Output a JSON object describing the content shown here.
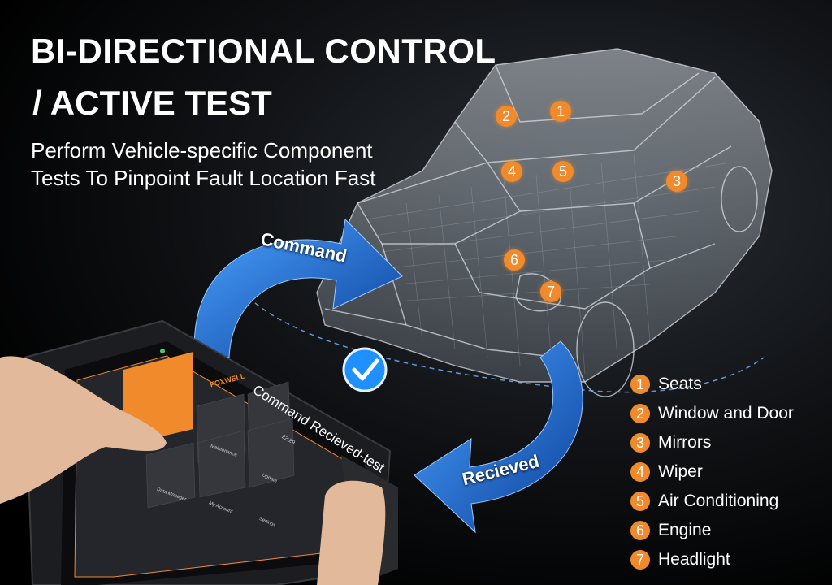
{
  "headline": {
    "line1": "BI-DIRECTIONAL CONTROL",
    "line2": "/ ACTIVE TEST",
    "subtitle": "Perform Vehicle-specific Component Tests To Pinpoint Fault Location Fast"
  },
  "flow": {
    "command": "Command",
    "received": "Recieved",
    "status": "Command Recieved-test"
  },
  "device": {
    "brand": "FOXWELL",
    "clock": "22:29",
    "tiles": [
      "Maintenance",
      "Update",
      "Data Manager",
      "My Account",
      "Settings"
    ]
  },
  "markers": [
    "1",
    "2",
    "3",
    "4",
    "5",
    "6",
    "7"
  ],
  "legend": [
    {
      "num": "1",
      "label": "Seats"
    },
    {
      "num": "2",
      "label": "Window and Door"
    },
    {
      "num": "3",
      "label": "Mirrors"
    },
    {
      "num": "4",
      "label": "Wiper"
    },
    {
      "num": "5",
      "label": "Air Conditioning"
    },
    {
      "num": "6",
      "label": "Engine"
    },
    {
      "num": "7",
      "label": "Headlight"
    }
  ],
  "colors": {
    "accent": "#f08a2a",
    "arrow": "#1f6fd6",
    "check": "#1e90ff"
  }
}
